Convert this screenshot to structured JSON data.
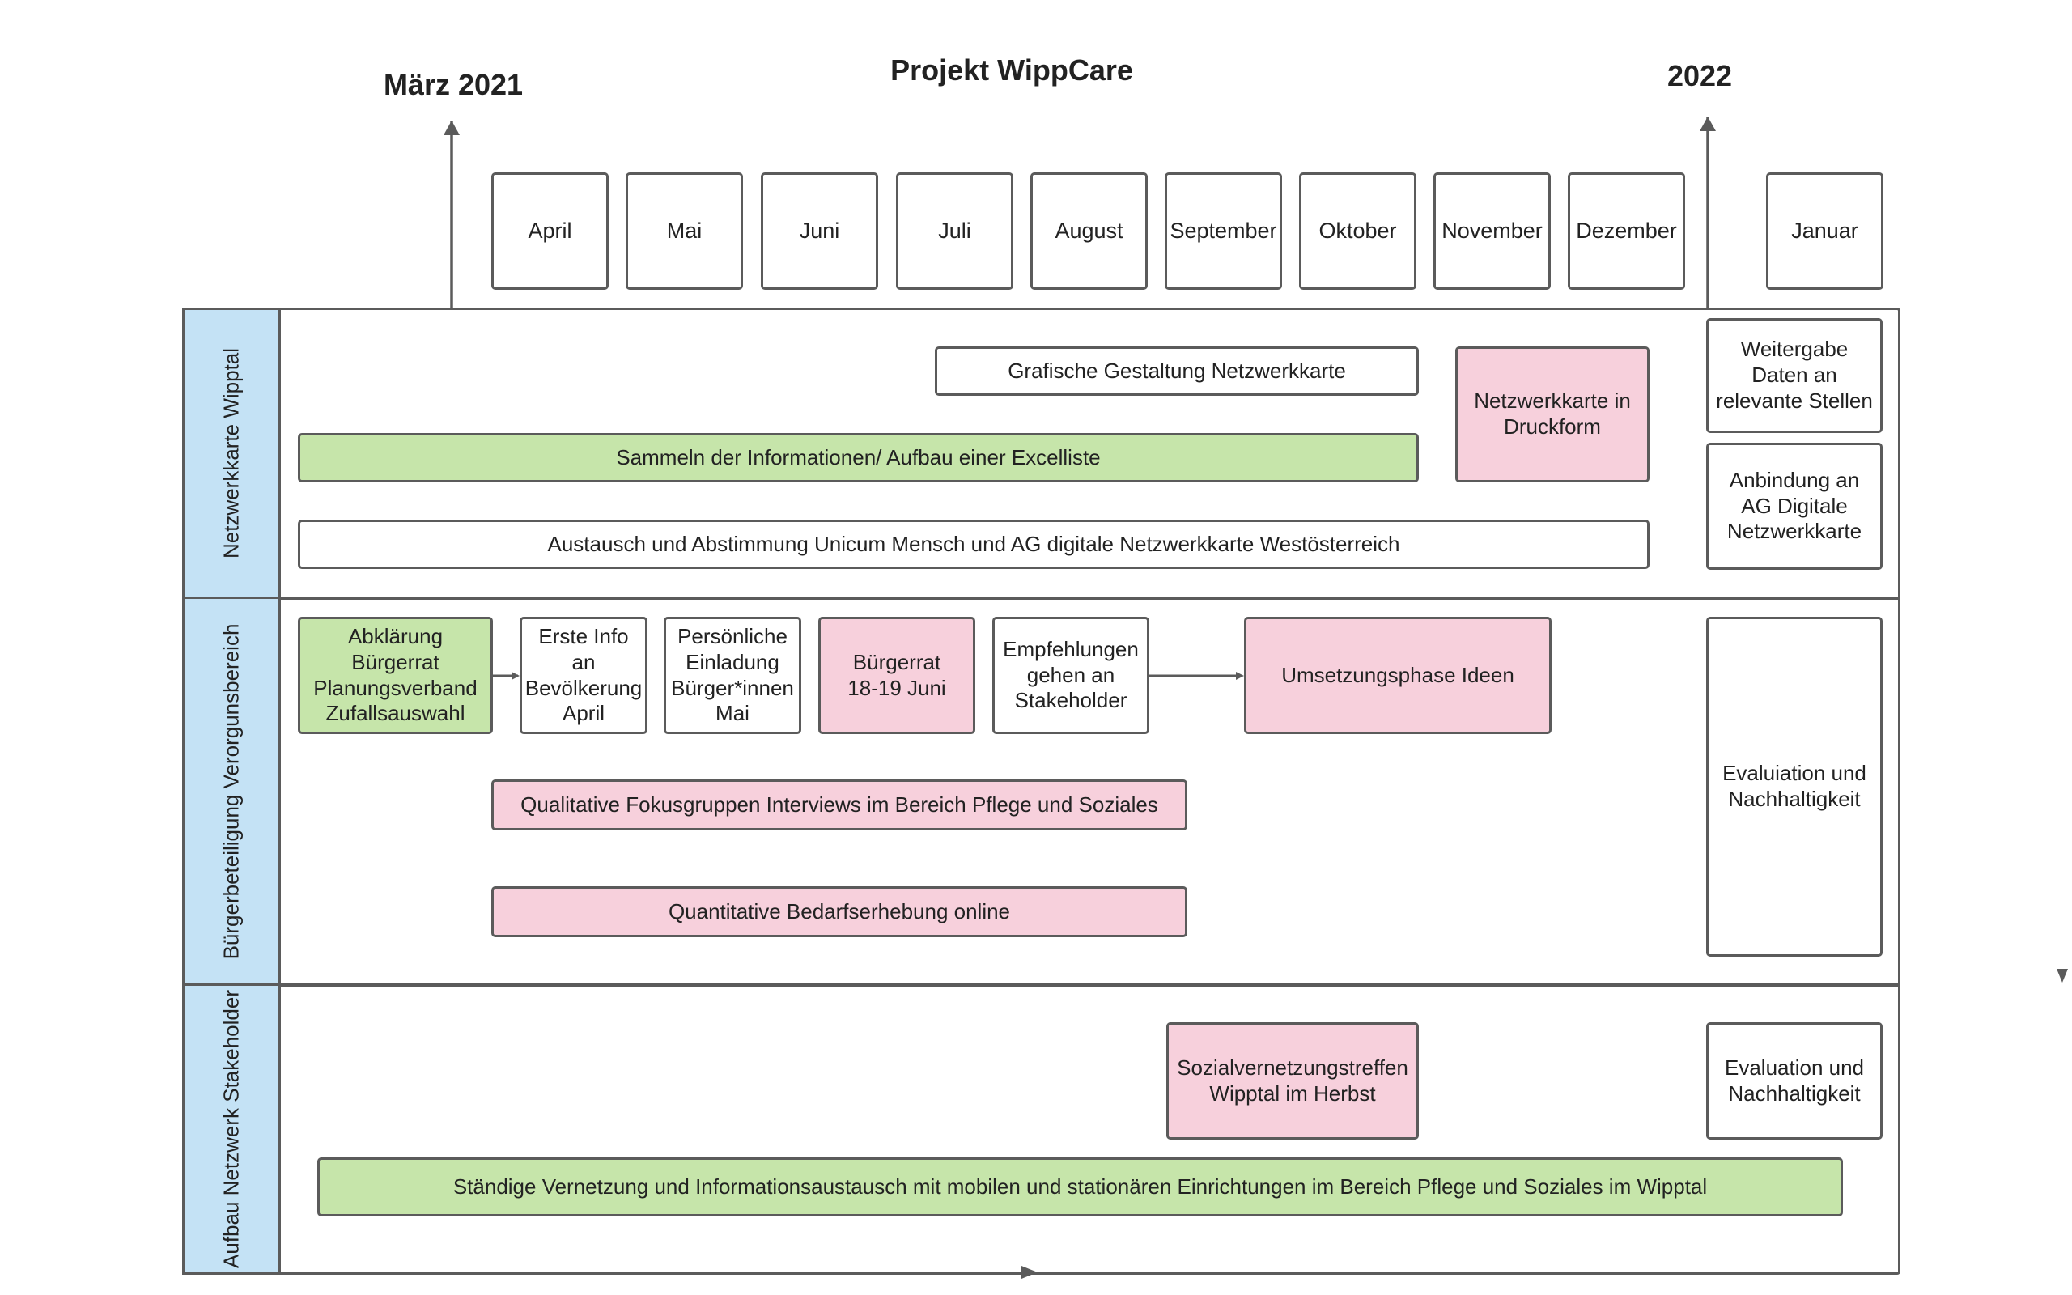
{
  "title": "Projekt WippCare",
  "start_label": "März 2021",
  "end_label": "2022",
  "months": [
    "April",
    "Mai",
    "Juni",
    "Juli",
    "August",
    "September",
    "Oktober",
    "November",
    "Dezember",
    "Januar"
  ],
  "lanes": [
    {
      "label": "Netzwerkkarte Wipptal",
      "tasks": [
        "Grafische Gestaltung Netzwerkkarte",
        "Sammeln der Informationen/ Aufbau einer Excelliste",
        "Austausch und Abstimmung Unicum Mensch und AG digitale Netzwerkkarte Westösterreich",
        "Netzwerkkarte in\nDruckform",
        "Weitergabe\nDaten an\nrelevante Stellen",
        "Anbindung an\nAG Digitale\nNetzwerkkarte"
      ]
    },
    {
      "label": "Bürgerbeteiligung Verorgunsbereich",
      "tasks": [
        "Abklärung\nBürgerrat\nPlanungsverband\nZufallsauswahl",
        "Erste Info\nan\nBevölkerung\nApril",
        "Persönliche\nEinladung\nBürger*innen\nMai",
        "Bürgerrat\n18-19 Juni",
        "Empfehlungen\ngehen an\nStakeholder",
        "Umsetzungsphase Ideen",
        "Qualitative Fokusgruppen Interviews im Bereich Pflege und Soziales",
        "Quantitative Bedarfserhebung online",
        "Evaluiation und\nNachhaltigkeit"
      ]
    },
    {
      "label": "Aufbau Netzwerk Stakeholder",
      "tasks": [
        "Sozialvernetzungstreffen\nWipptal im Herbst",
        "Evaluation und\nNachhaltigkeit",
        "Ständige Vernetzung und Informationsaustausch mit mobilen und stationären Einrichtungen im Bereich Pflege und Soziales im Wipptal"
      ]
    }
  ],
  "colors": {
    "green": "#c6e5aa",
    "pink": "#f7d0dc",
    "lane_blue": "#c4e2f5",
    "border": "#5b5b5b"
  }
}
